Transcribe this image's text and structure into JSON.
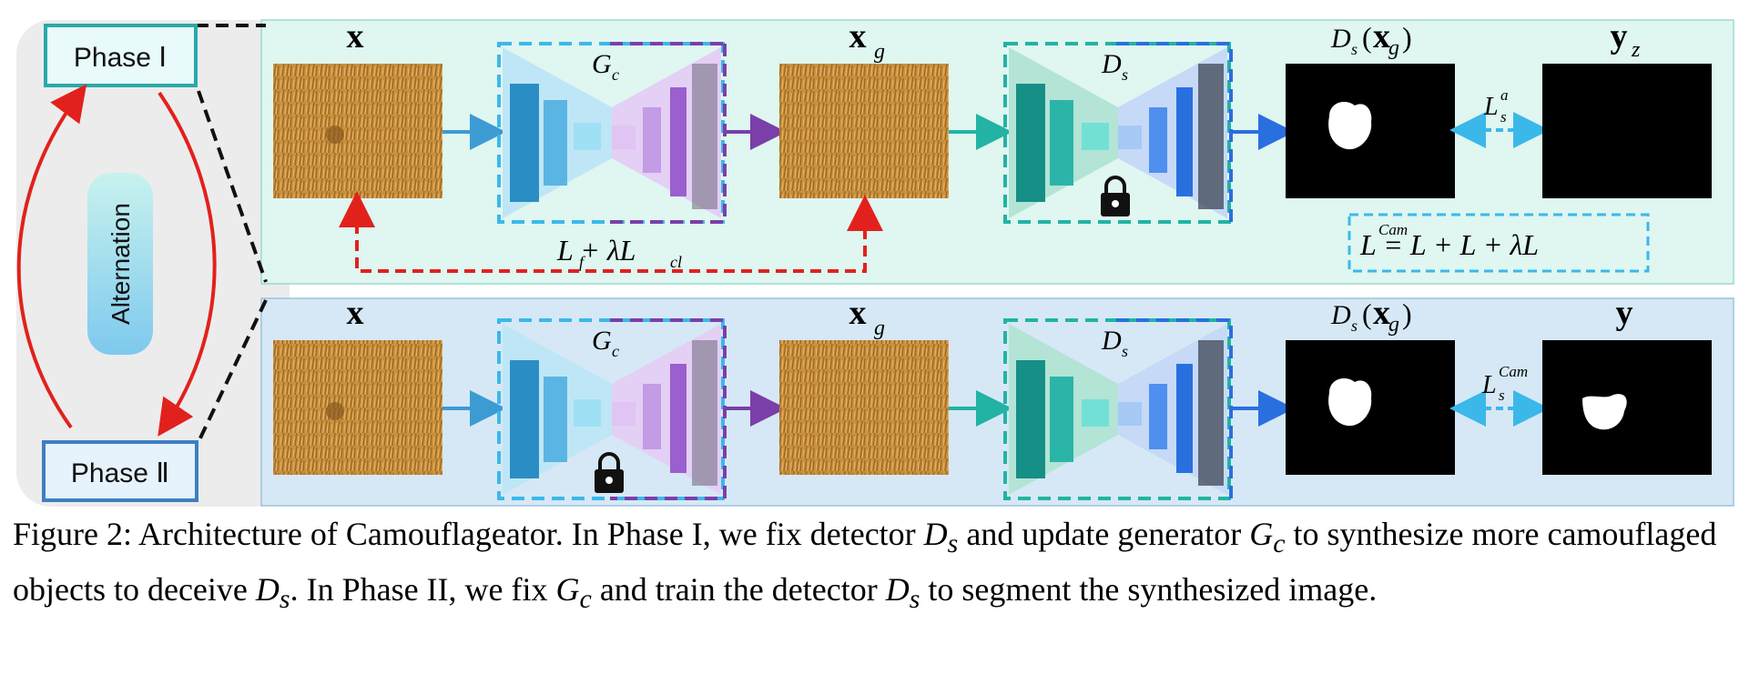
{
  "phase1_label": "Phase Ⅰ",
  "phase2_label": "Phase Ⅱ",
  "alternation_label": "Alternation",
  "row1": {
    "x_label": "x",
    "xg_label": "x",
    "xg_sub": "g",
    "gc_label": "G",
    "gc_sub": "c",
    "ds_label": "D",
    "ds_sub": "s",
    "dsxg_label": "D",
    "dsxg_sub": "s",
    "dsxg_arg": "x",
    "dsxg_arg_sub": "g",
    "y_label": "y",
    "y_sub": "z",
    "loss_label": "L",
    "loss_sub": "s",
    "loss_sup": "a",
    "feedback_loss": "L + λL",
    "feedback_loss_sub1": "f",
    "feedback_loss_sub2": "cl",
    "total_loss_text": "L = L + L + λL",
    "total_loss_sup": "Cam"
  },
  "row2": {
    "x_label": "x",
    "xg_label": "x",
    "xg_sub": "g",
    "gc_label": "G",
    "gc_sub": "c",
    "ds_label": "D",
    "ds_sub": "s",
    "dsxg_label": "D",
    "dsxg_sub": "s",
    "dsxg_arg": "x",
    "dsxg_arg_sub": "g",
    "y_label": "y",
    "loss_label": "L",
    "loss_sub": "s",
    "loss_sup": "Cam"
  },
  "caption": {
    "part1": "Figure 2: Architecture of Camouflageator. In Phase I, we fix detector ",
    "ds1": "D",
    "ds1_sub": "s",
    "part2": " and update generator ",
    "gc1": "G",
    "gc1_sub": "c",
    "part3": " to synthesize more camouflaged objects to deceive ",
    "ds2": "D",
    "ds2_sub": "s",
    "part4": ". In Phase II, we fix ",
    "gc2": "G",
    "gc2_sub": "c",
    "part5": " and train the detector ",
    "ds3": "D",
    "ds3_sub": "s",
    "part6": " to segment the synthesized image."
  },
  "colors": {
    "phase1_bg": "#dff6f1",
    "phase2_bg": "#d6e8f5",
    "left_panel_bg": "#ececec",
    "generator_encoder": "#5bb5e3",
    "generator_decoder": "#c39be6",
    "detector_encoder": "#2bb5a8",
    "detector_decoder": "#4f8ff0",
    "feedback_arrow": "#e2211c",
    "alternation_arrow": "#e2211c",
    "loss_arrow": "#3bb8ea"
  },
  "icons": [
    "lock-icon",
    "alternation-arrow-icon"
  ]
}
